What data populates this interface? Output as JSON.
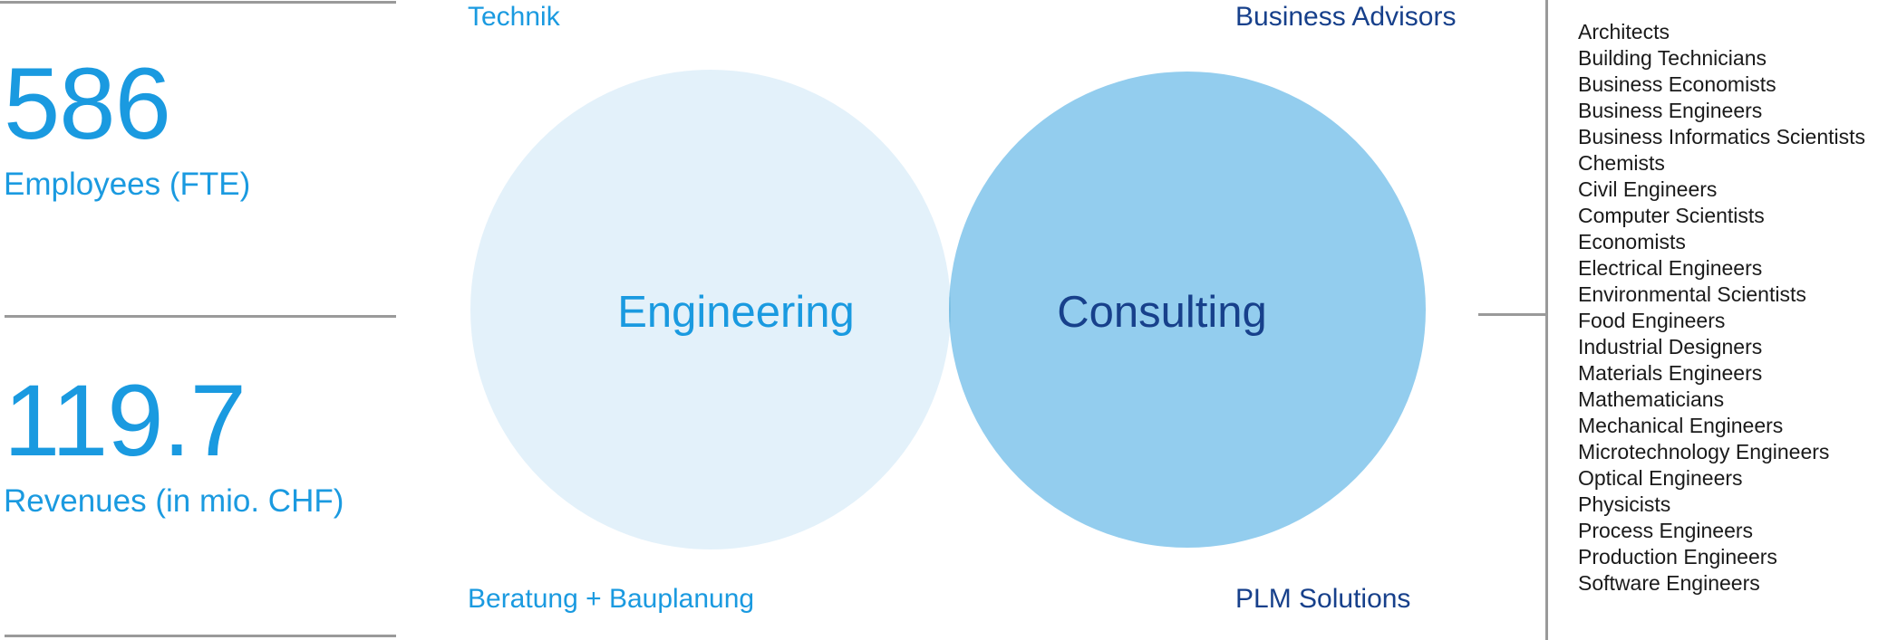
{
  "stats": [
    {
      "value": "586",
      "label": "Employees (FTE)"
    },
    {
      "value": "119.7",
      "label": "Revenues (in mio. CHF)"
    }
  ],
  "venn": {
    "left_circle": {
      "label": "Engineering",
      "color": "#e3f1fa",
      "text_color": "#1a9ae0"
    },
    "right_circle": {
      "label": "Consulting",
      "color": "#93cdee",
      "text_color": "#17408b"
    },
    "overlap_color": "#7cc0e4",
    "corner_labels": {
      "top_left": "Technik",
      "top_right": "Business Advisors",
      "bottom_left": "Beratung + Bauplanung",
      "bottom_right": "PLM Solutions"
    }
  },
  "professions": [
    "Architects",
    "Building Technicians",
    "Business Economists",
    "Business Engineers",
    "Business Informatics Scientists",
    "Chemists",
    "Civil Engineers",
    "Computer Scientists",
    "Economists",
    "Electrical Engineers",
    "Environmental Scientists",
    "Food Engineers",
    "Industrial Designers",
    "Materials Engineers",
    "Mathematicians",
    "Mechanical Engineers",
    "Microtechnology Engineers",
    "Optical Engineers",
    "Physicists",
    "Process Engineers",
    "Production Engineers",
    "Software Engineers"
  ],
  "colors": {
    "accent_blue": "#1a9ae0",
    "navy": "#17408b",
    "rule_gray": "#9a9a9a",
    "list_text": "#1a1a1a"
  }
}
